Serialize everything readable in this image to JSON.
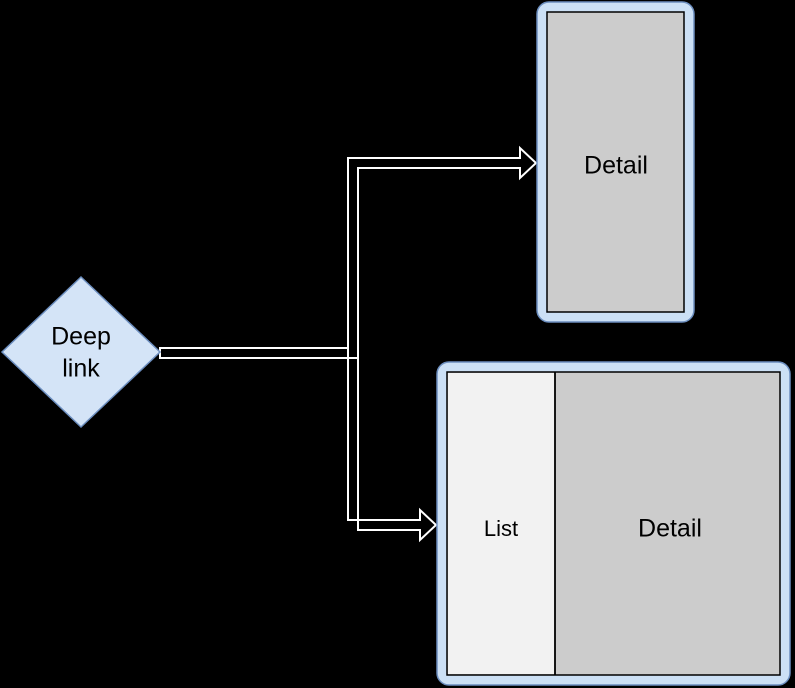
{
  "diagram": {
    "background_color": "#000000",
    "nodes": {
      "deep_link": {
        "shape": "diamond",
        "label_line1": "Deep",
        "label_line2": "link",
        "fill_color": "#d4e4f7",
        "stroke_color": "#6c8ebf"
      },
      "phone": {
        "shape": "phone-device",
        "screen_label": "Detail",
        "frame_color": "#cce0f5",
        "frame_stroke": "#6c8ebf",
        "screen_color": "#cccccc",
        "screen_stroke": "#000000"
      },
      "tablet": {
        "shape": "tablet-device",
        "left_pane_label": "List",
        "right_pane_label": "Detail",
        "frame_color": "#cce0f5",
        "frame_stroke": "#6c8ebf",
        "left_pane_color": "#f2f2f2",
        "right_pane_color": "#cccccc",
        "divider_color": "#000000"
      }
    },
    "edges": [
      {
        "name": "deep-link-to-phone",
        "from": "deep_link",
        "to": "phone",
        "style": "orthogonal-outlined",
        "stroke_color": "#ffffff",
        "arrowhead": "open-triangle"
      },
      {
        "name": "deep-link-to-tablet",
        "from": "deep_link",
        "to": "tablet",
        "style": "orthogonal-outlined",
        "stroke_color": "#ffffff",
        "arrowhead": "open-triangle"
      }
    ]
  }
}
